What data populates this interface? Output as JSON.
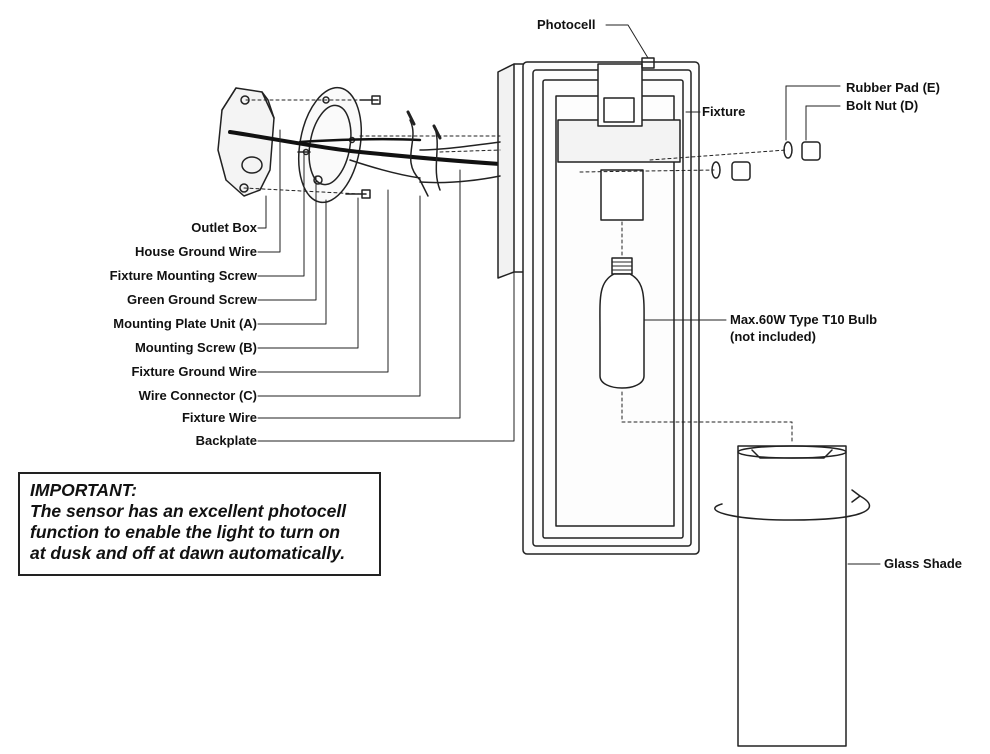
{
  "labels": {
    "photocell": "Photocell",
    "fixture": "Fixture",
    "rubber_pad": "Rubber Pad (E)",
    "bolt_nut": "Bolt Nut (D)",
    "outlet_box": "Outlet Box",
    "house_ground_wire": "House Ground Wire",
    "fixture_mounting_screw": "Fixture Mounting Screw",
    "green_ground_screw": "Green Ground Screw",
    "mounting_plate_unit": "Mounting Plate Unit (A)",
    "mounting_screw": "Mounting Screw (B)",
    "fixture_ground_wire": "Fixture Ground Wire",
    "wire_connector": "Wire Connector (C)",
    "fixture_wire": "Fixture Wire",
    "backplate": "Backplate",
    "bulb_line1": "Max.60W Type T10 Bulb",
    "bulb_line2": "(not included)",
    "glass_shade": "Glass Shade"
  },
  "notice": {
    "title": "IMPORTANT:",
    "line1": "The sensor has an excellent photocell",
    "line2": "function to enable the light to turn on",
    "line3": "at dusk and off at dawn automatically."
  }
}
